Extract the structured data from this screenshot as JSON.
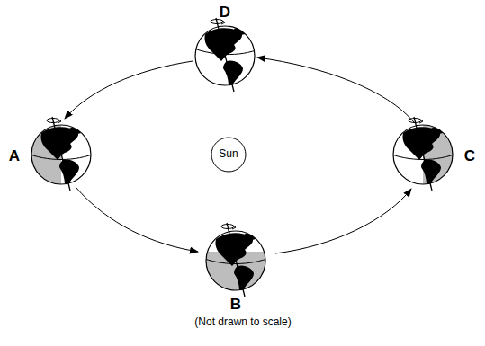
{
  "diagram": {
    "caption": "(Not drawn to scale)",
    "nodes": [
      {
        "text": [
          "Sun"
        ]
      }
    ],
    "labels": [
      "D",
      "A",
      "C",
      "B"
    ]
  }
}
